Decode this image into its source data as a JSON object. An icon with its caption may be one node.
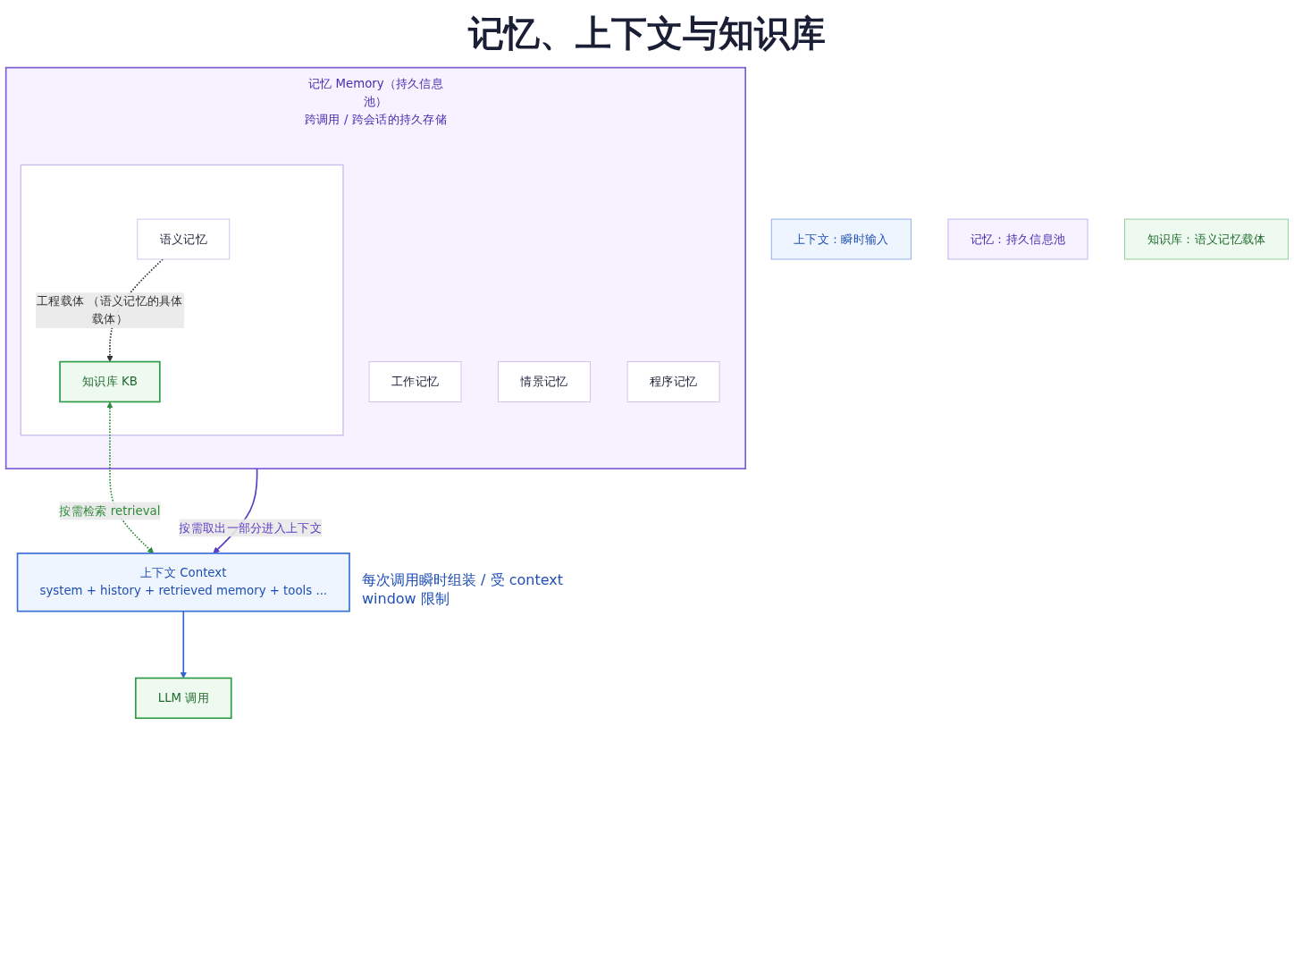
{
  "diagram": {
    "title": "记忆、上下文与知识库",
    "nodes": [
      {
        "text": [
          "记忆 Memory（持久信息池）",
          "跨调用 / 跨会话的持久存储"
        ]
      },
      {
        "text": [
          "工作记忆"
        ],
        "in": 0
      },
      {
        "text": [
          "情景记忆"
        ],
        "in": 0
      },
      {
        "text": [],
        "shape": "box",
        "in": 0
      },
      {
        "text": [
          "语义记忆"
        ],
        "in": 3
      },
      {
        "text": [
          "知识库 KB"
        ],
        "in": 3
      },
      {
        "text": [
          "程序记忆"
        ],
        "in": 0
      },
      {
        "text": [
          "上下文 Context",
          "system + history + retrieved memory + tools ..."
        ],
        "beside": [
          "每次调用瞬时组装 / 受 context window 限制"
        ]
      },
      {
        "text": [
          "LLM 调用"
        ]
      },
      {
        "text": [
          "上下文：瞬时输入"
        ]
      },
      {
        "text": [
          "记忆：持久信息池"
        ]
      },
      {
        "text": [
          "知识库：语义记忆载体"
        ]
      }
    ],
    "edges": [
      {
        "from": 4,
        "to": 5,
        "arrow": "to",
        "style": "dashed",
        "label": "工程载体 （语义记忆的具体载体）"
      },
      {
        "from": 0,
        "to": 7,
        "arrow": "to",
        "label": "按需取出一部分进入上下文",
        "color": "#5b3cc4"
      },
      {
        "from": 5,
        "to": 7,
        "arrow": "both",
        "style": "dashed",
        "label": "按需检索 retrieval",
        "color": "#2e8b3a"
      },
      {
        "from": 7,
        "to": 8,
        "arrow": "to",
        "color": "#2f62d0"
      }
    ]
  }
}
